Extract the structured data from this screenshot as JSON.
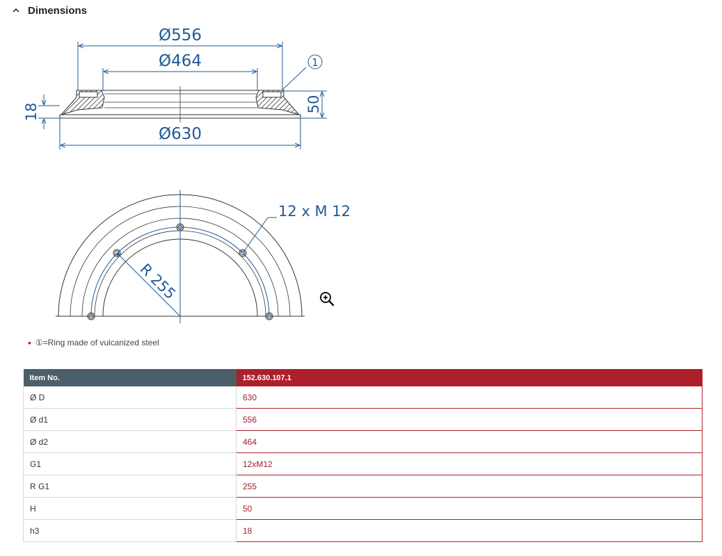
{
  "section": {
    "title": "Dimensions",
    "chevron_icon": "chevron-up-icon"
  },
  "drawing": {
    "d1_label": "Ø556",
    "d2_label": "Ø464",
    "D_label": "Ø630",
    "h3_label": "18",
    "H_label": "50",
    "callout_label": "1",
    "thread_label": "12 x M 12",
    "radius_label": "R 255",
    "zoom_icon": "zoom-in-icon"
  },
  "footnote": {
    "text": "①=Ring made of vulcanized steel"
  },
  "table": {
    "header": {
      "key": "Item No.",
      "value": "152.630.107.1"
    },
    "rows": [
      {
        "key": "Ø D",
        "value": "630"
      },
      {
        "key": "Ø d1",
        "value": "556"
      },
      {
        "key": "Ø d2",
        "value": "464"
      },
      {
        "key": "G1",
        "value": "12xM12"
      },
      {
        "key": "R G1",
        "value": "255"
      },
      {
        "key": "H",
        "value": "50"
      },
      {
        "key": "h3",
        "value": "18"
      }
    ]
  },
  "colors": {
    "header_dark": "#4b5e6a",
    "header_red": "#ad1f2a",
    "value_red": "#a1202b",
    "dimension_blue": "#1f5a96"
  }
}
